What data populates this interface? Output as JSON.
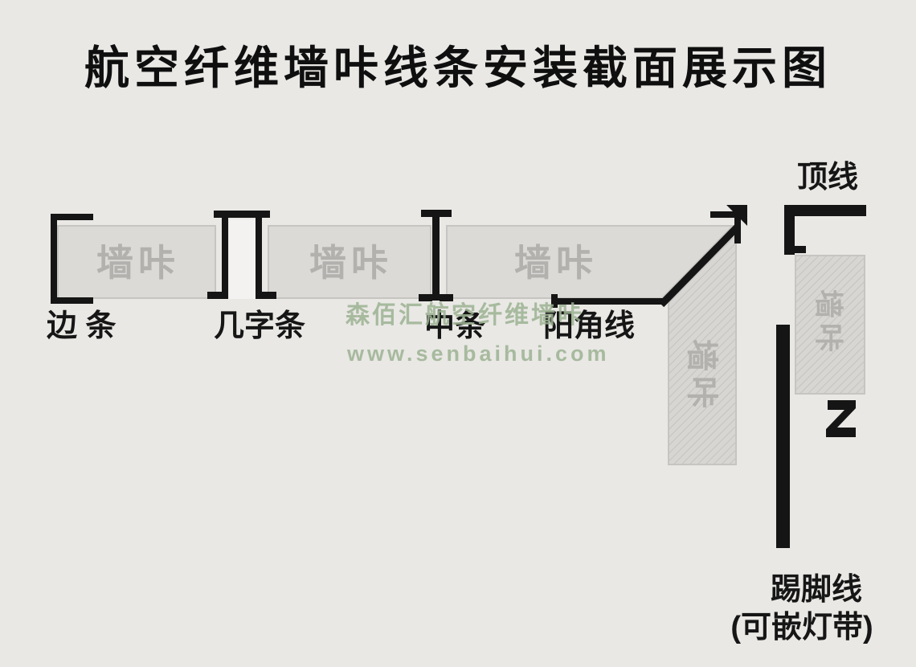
{
  "title": "航空纤维墙咔线条安装截面展示图",
  "panels": {
    "label": "墙咔"
  },
  "labels": {
    "edge_strip": "边 条",
    "h_strip": "几字条",
    "middle_strip": "中条",
    "outside_corner": "阳角线",
    "crown": "顶线",
    "skirting": "踢脚线",
    "skirting_note": "(可嵌灯带)"
  },
  "watermark": {
    "brand": "森佰汇航空纤维墙咔",
    "url": "www.senbaihui.com",
    "color": "#9cb392"
  },
  "colors": {
    "background": "#e9e8e5",
    "panel_fill": "#dbdad7",
    "profile_ink": "#151515",
    "panel_watermark": "#b3b1ae"
  }
}
